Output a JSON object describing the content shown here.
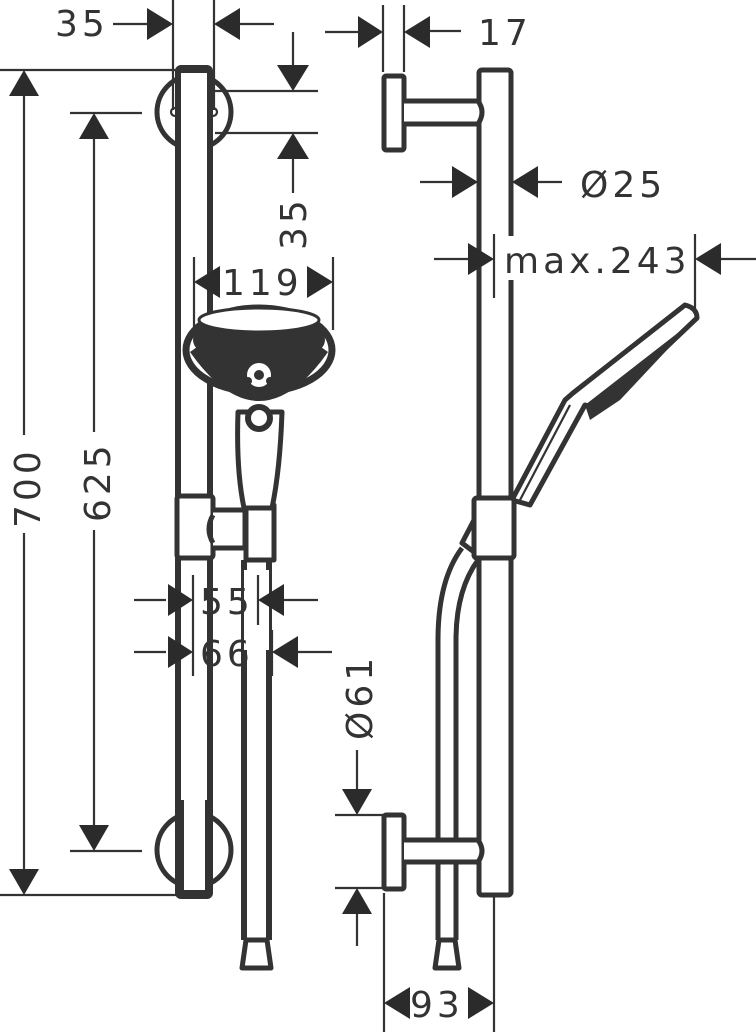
{
  "drawing": {
    "title": "Shower set dimension drawing",
    "line_color": "#333333",
    "background": "#ffffff",
    "front_view": {
      "dimensions": {
        "bar_width": "35",
        "bracket_height": "35",
        "head_diameter": "119",
        "total_height": "700",
        "bracket_spacing": "625",
        "slider_width_inner": "55",
        "slider_width_outer": "66"
      }
    },
    "side_view": {
      "dimensions": {
        "bracket_plate_depth": "17",
        "bar_diameter": "Ø25",
        "max_projection": "max.243",
        "bracket_diameter": "Ø61",
        "wall_distance": "93"
      }
    }
  }
}
